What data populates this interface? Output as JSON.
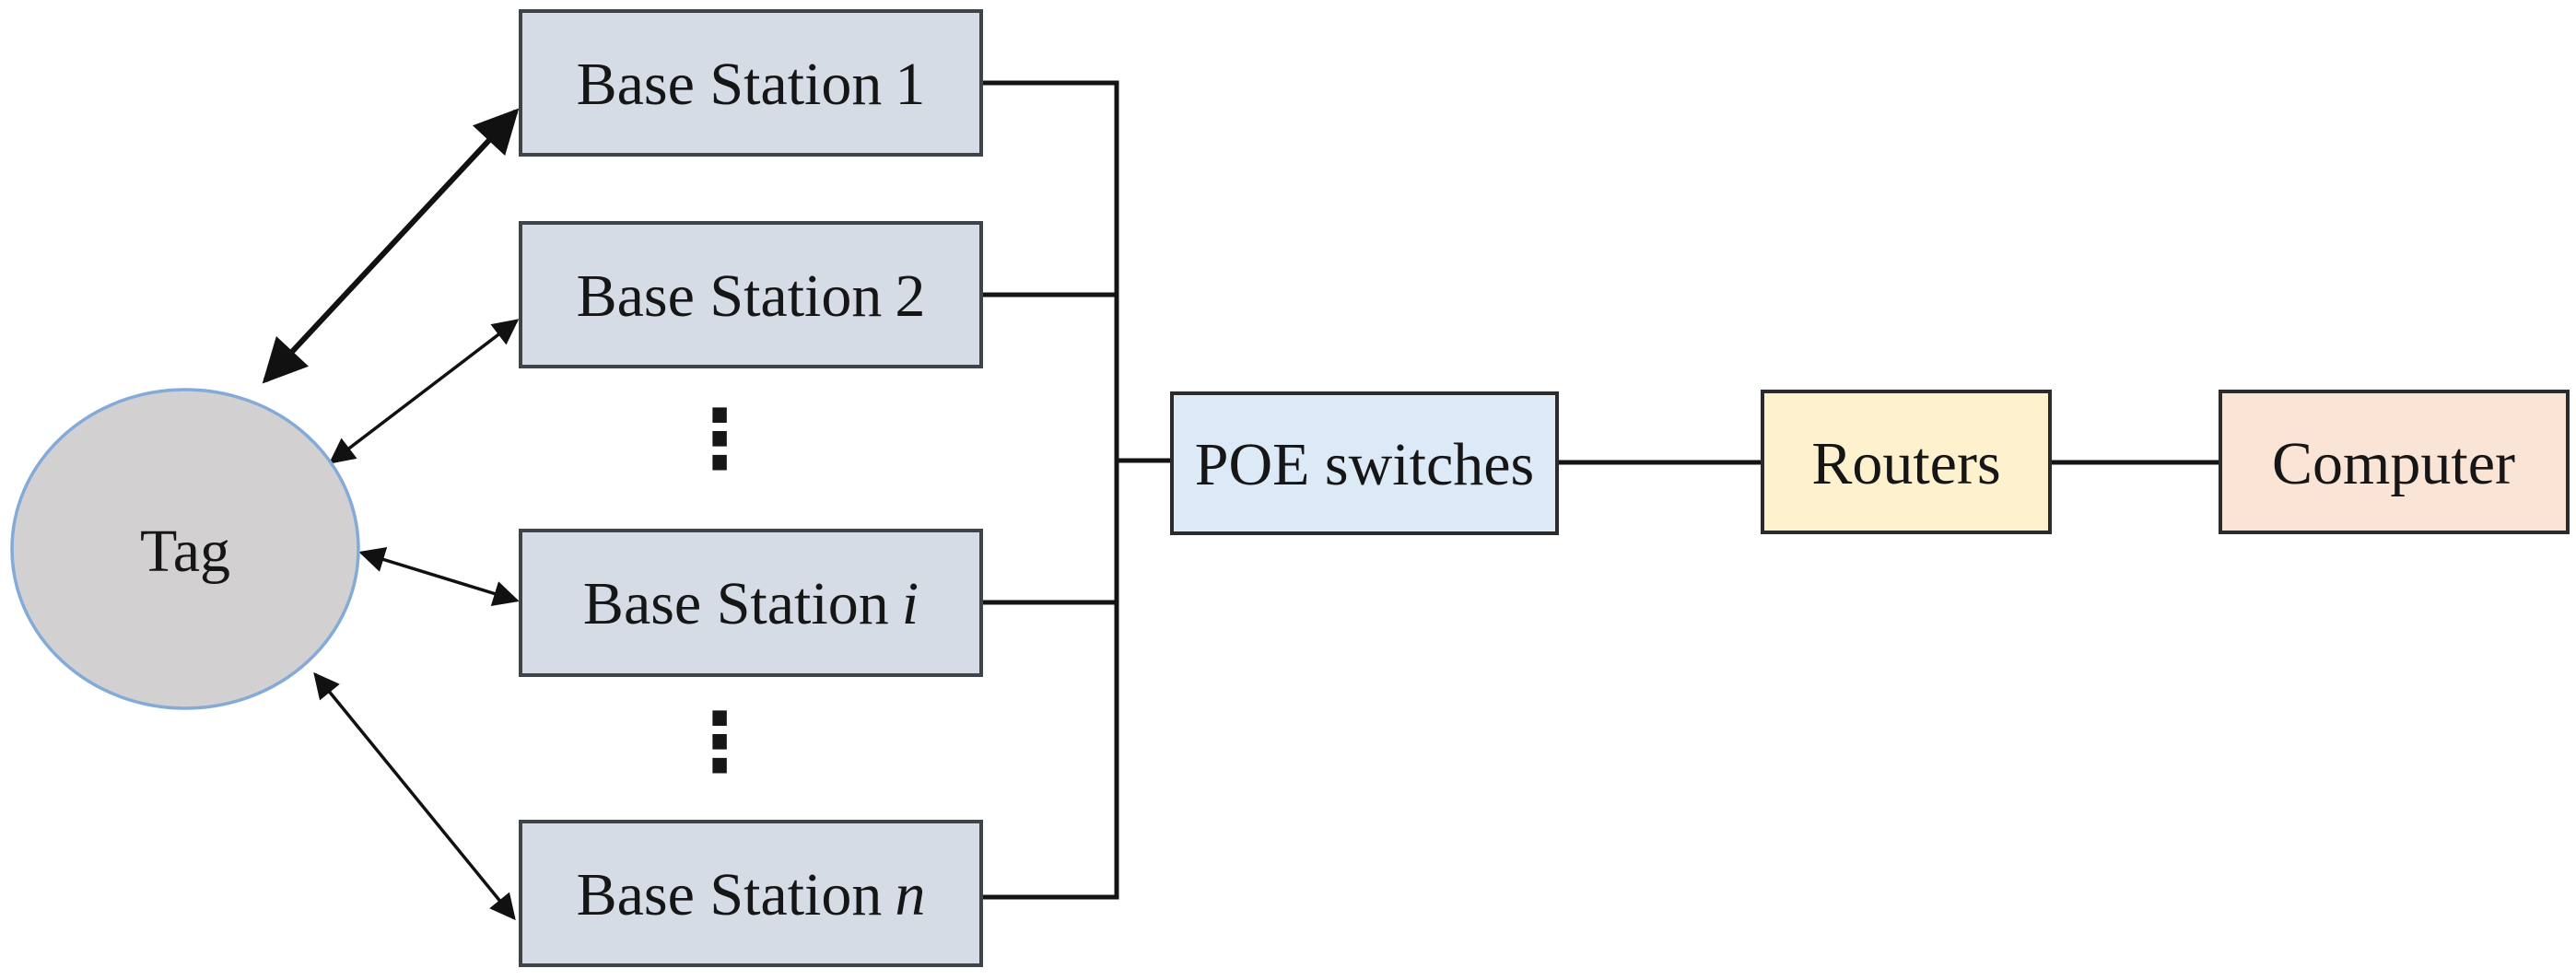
{
  "diagram": {
    "tag": {
      "label": "Tag"
    },
    "base_stations": [
      {
        "prefix": "Base Station",
        "suffix": "1",
        "suffix_style": "normal"
      },
      {
        "prefix": "Base Station",
        "suffix": "2",
        "suffix_style": "normal"
      },
      {
        "prefix": "Base Station",
        "suffix": "i",
        "suffix_style": "italic"
      },
      {
        "prefix": "Base Station",
        "suffix": "n",
        "suffix_style": "italic"
      }
    ],
    "ellipsis_symbol": "⋮",
    "backbone": [
      {
        "label": "POE switches"
      },
      {
        "label": "Routers"
      },
      {
        "label": "Computer"
      }
    ],
    "colors": {
      "tag_fill": "#d2d0d1",
      "tag_border": "#83aad8",
      "base_station_fill": "#d6dce5",
      "poe_fill": "#dce9f6",
      "routers_fill": "#fdf2cd",
      "computer_fill": "#fae4d5",
      "line_color": "#141414"
    }
  }
}
